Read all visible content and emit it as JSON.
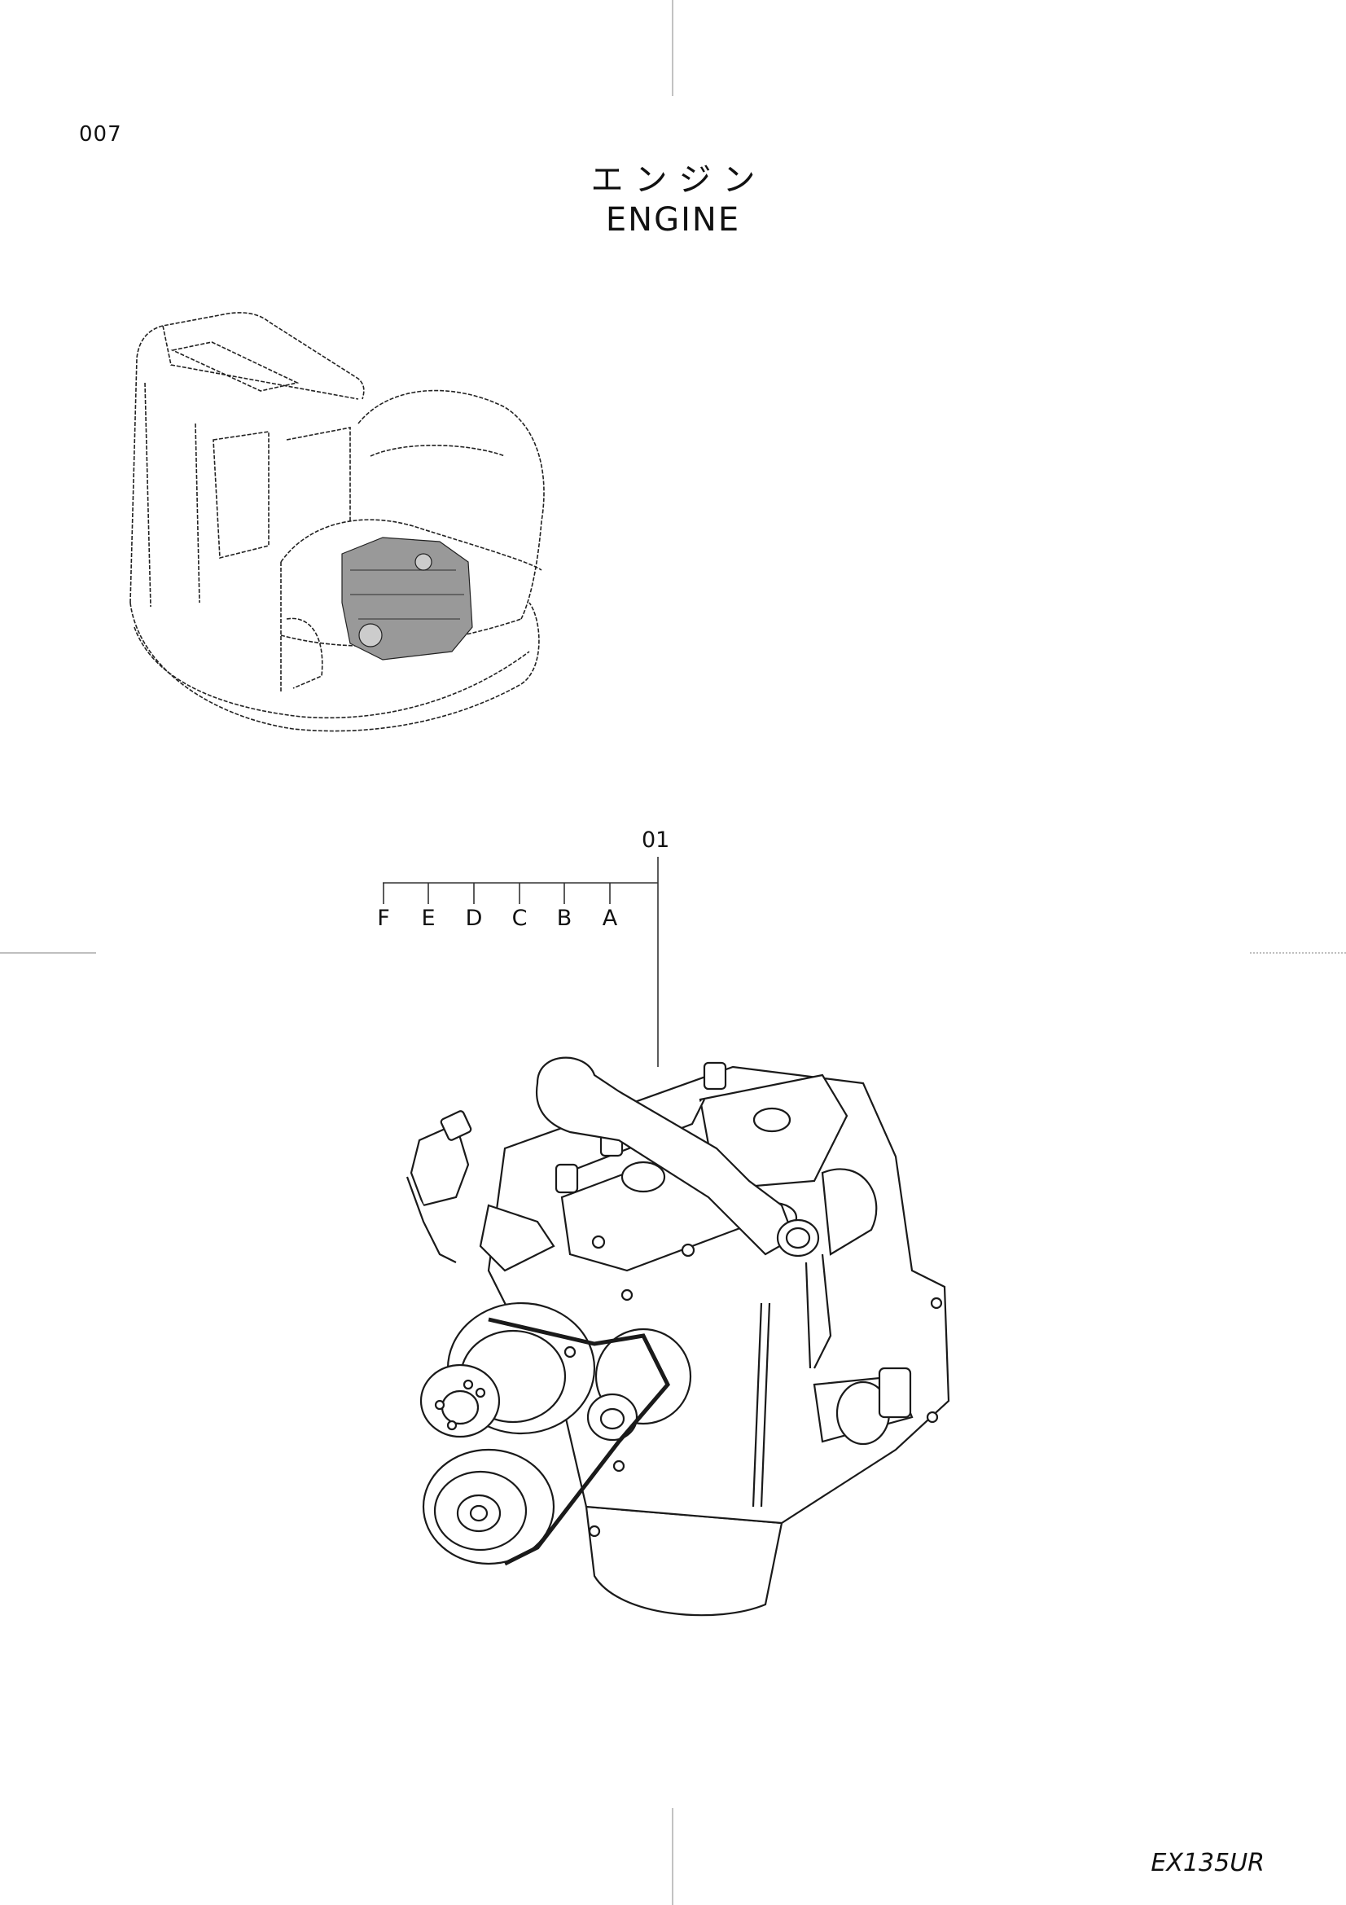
{
  "page_number": "007",
  "title_japanese": "エンジン",
  "title_english": "ENGINE",
  "callout": {
    "reference": "01",
    "sub_items": [
      "F",
      "E",
      "D",
      "C",
      "B",
      "A"
    ]
  },
  "model": "EX135UR"
}
